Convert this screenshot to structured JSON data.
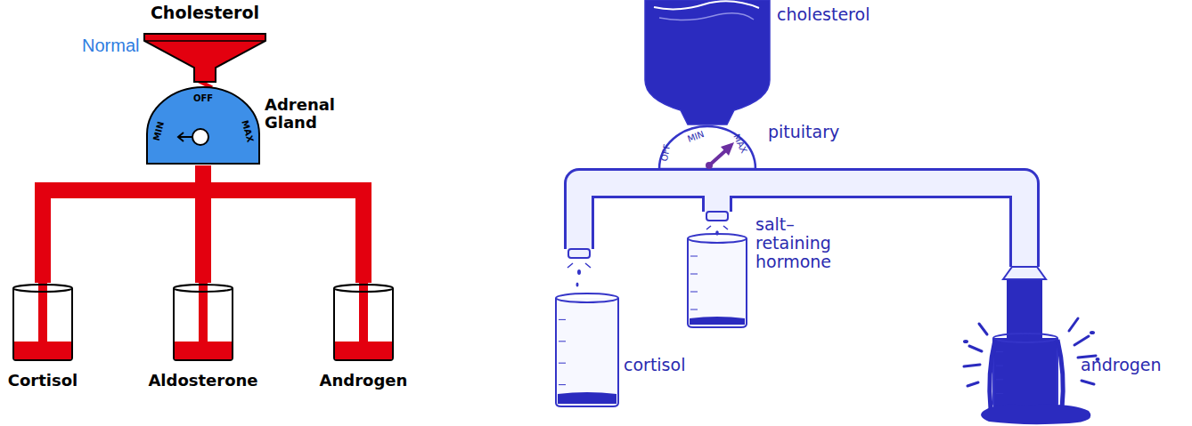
{
  "diagram": {
    "nodes": [
      {
        "text": [
          "Cholesterol"
        ]
      },
      {
        "text": [
          "Adrenal Gland",
          "OFF",
          "MIN",
          "MAX"
        ]
      },
      {
        "text": [
          "Cortisol"
        ]
      },
      {
        "text": [
          "Aldosterone"
        ]
      },
      {
        "text": [
          "Androgen"
        ]
      },
      {
        "text": [
          "cholesterol"
        ]
      },
      {
        "text": [
          "pituitary",
          "OFF",
          "MIN",
          "MAX"
        ]
      },
      {
        "text": [
          "cortisol"
        ]
      },
      {
        "text": [
          "salt– retaining hormone"
        ]
      },
      {
        "text": [
          "androgen"
        ]
      }
    ],
    "edges": [
      {
        "from": 0,
        "to": 1,
        "arrow": "none"
      },
      {
        "from": 1,
        "to": 2,
        "arrow": "none"
      },
      {
        "from": 1,
        "to": 3,
        "arrow": "none"
      },
      {
        "from": 1,
        "to": 4,
        "arrow": "none"
      },
      {
        "from": 5,
        "to": 6,
        "arrow": "none"
      },
      {
        "from": 6,
        "to": 7,
        "arrow": "none"
      },
      {
        "from": 6,
        "to": 8,
        "arrow": "none"
      },
      {
        "from": 6,
        "to": 9,
        "arrow": "none"
      }
    ],
    "labels": [
      "Normal"
    ]
  }
}
